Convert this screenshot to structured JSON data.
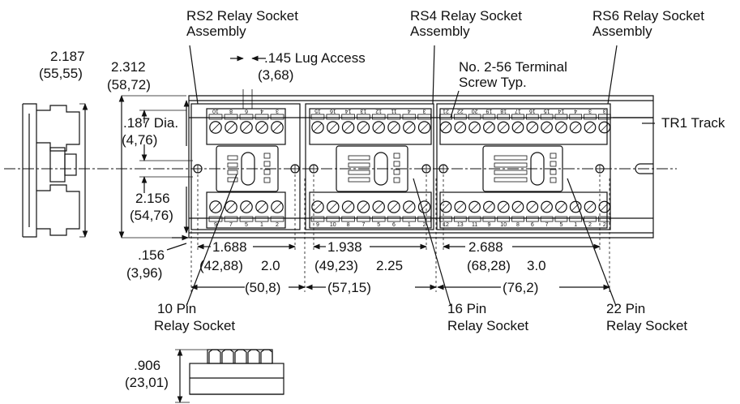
{
  "labels": {
    "rs2": [
      "RS2 Relay Socket",
      "Assembly"
    ],
    "rs4": [
      "RS4 Relay Socket",
      "Assembly"
    ],
    "rs6": [
      "RS6 Relay Socket",
      "Assembly"
    ],
    "lug_value": ".145 Lug Access",
    "lug_metric": "(3,68)",
    "terminal": [
      "No. 2-56 Terminal",
      "Screw Typ."
    ],
    "track": "TR1 Track",
    "dim_2187": [
      "2.187",
      "(55,55)"
    ],
    "dim_2312": [
      "2.312",
      "(58,72)"
    ],
    "dim_187": [
      ".187 Dia.",
      "(4,76)"
    ],
    "dim_2156": [
      "2.156",
      "(54,76)"
    ],
    "dim_156": [
      ".156",
      "(3,96)"
    ],
    "dim_1688": [
      "1.688",
      "(42,88)"
    ],
    "dim_1938": [
      "1.938",
      "(49,23)"
    ],
    "dim_2688": [
      "2.688",
      "(68,28)"
    ],
    "dim_20": [
      "2.0",
      "(50,8)"
    ],
    "dim_225": [
      "2.25",
      "(57,15)"
    ],
    "dim_30": [
      "3.0",
      "(76,2)"
    ],
    "sock10": [
      "10 Pin",
      "Relay Socket"
    ],
    "sock16": [
      "16 Pin",
      "Relay Socket"
    ],
    "sock22": [
      "22 Pin",
      "Relay Socket"
    ],
    "dim_906": [
      ".906",
      "(23,01)"
    ]
  },
  "terminal_numbers": {
    "rs2_top": [
      "10",
      "8",
      "6",
      "4",
      "3"
    ],
    "rs2_bottom": [
      "9",
      "7",
      "5",
      "1",
      "2"
    ],
    "rs4_top": [
      "15",
      "16",
      "14",
      "13",
      "12",
      "11",
      "4",
      "3"
    ],
    "rs4_bottom": [
      "9",
      "10",
      "8",
      "7",
      "5",
      "6",
      "1",
      "2"
    ],
    "rs6_top": [
      "21",
      "22",
      "20",
      "19",
      "18",
      "17",
      "16",
      "15",
      "14",
      "4",
      "3",
      "3"
    ],
    "rs6_bottom": [
      "12",
      "13",
      "11",
      "9",
      "10",
      "8",
      "6",
      "7",
      "5",
      "1",
      "2",
      "2"
    ]
  }
}
